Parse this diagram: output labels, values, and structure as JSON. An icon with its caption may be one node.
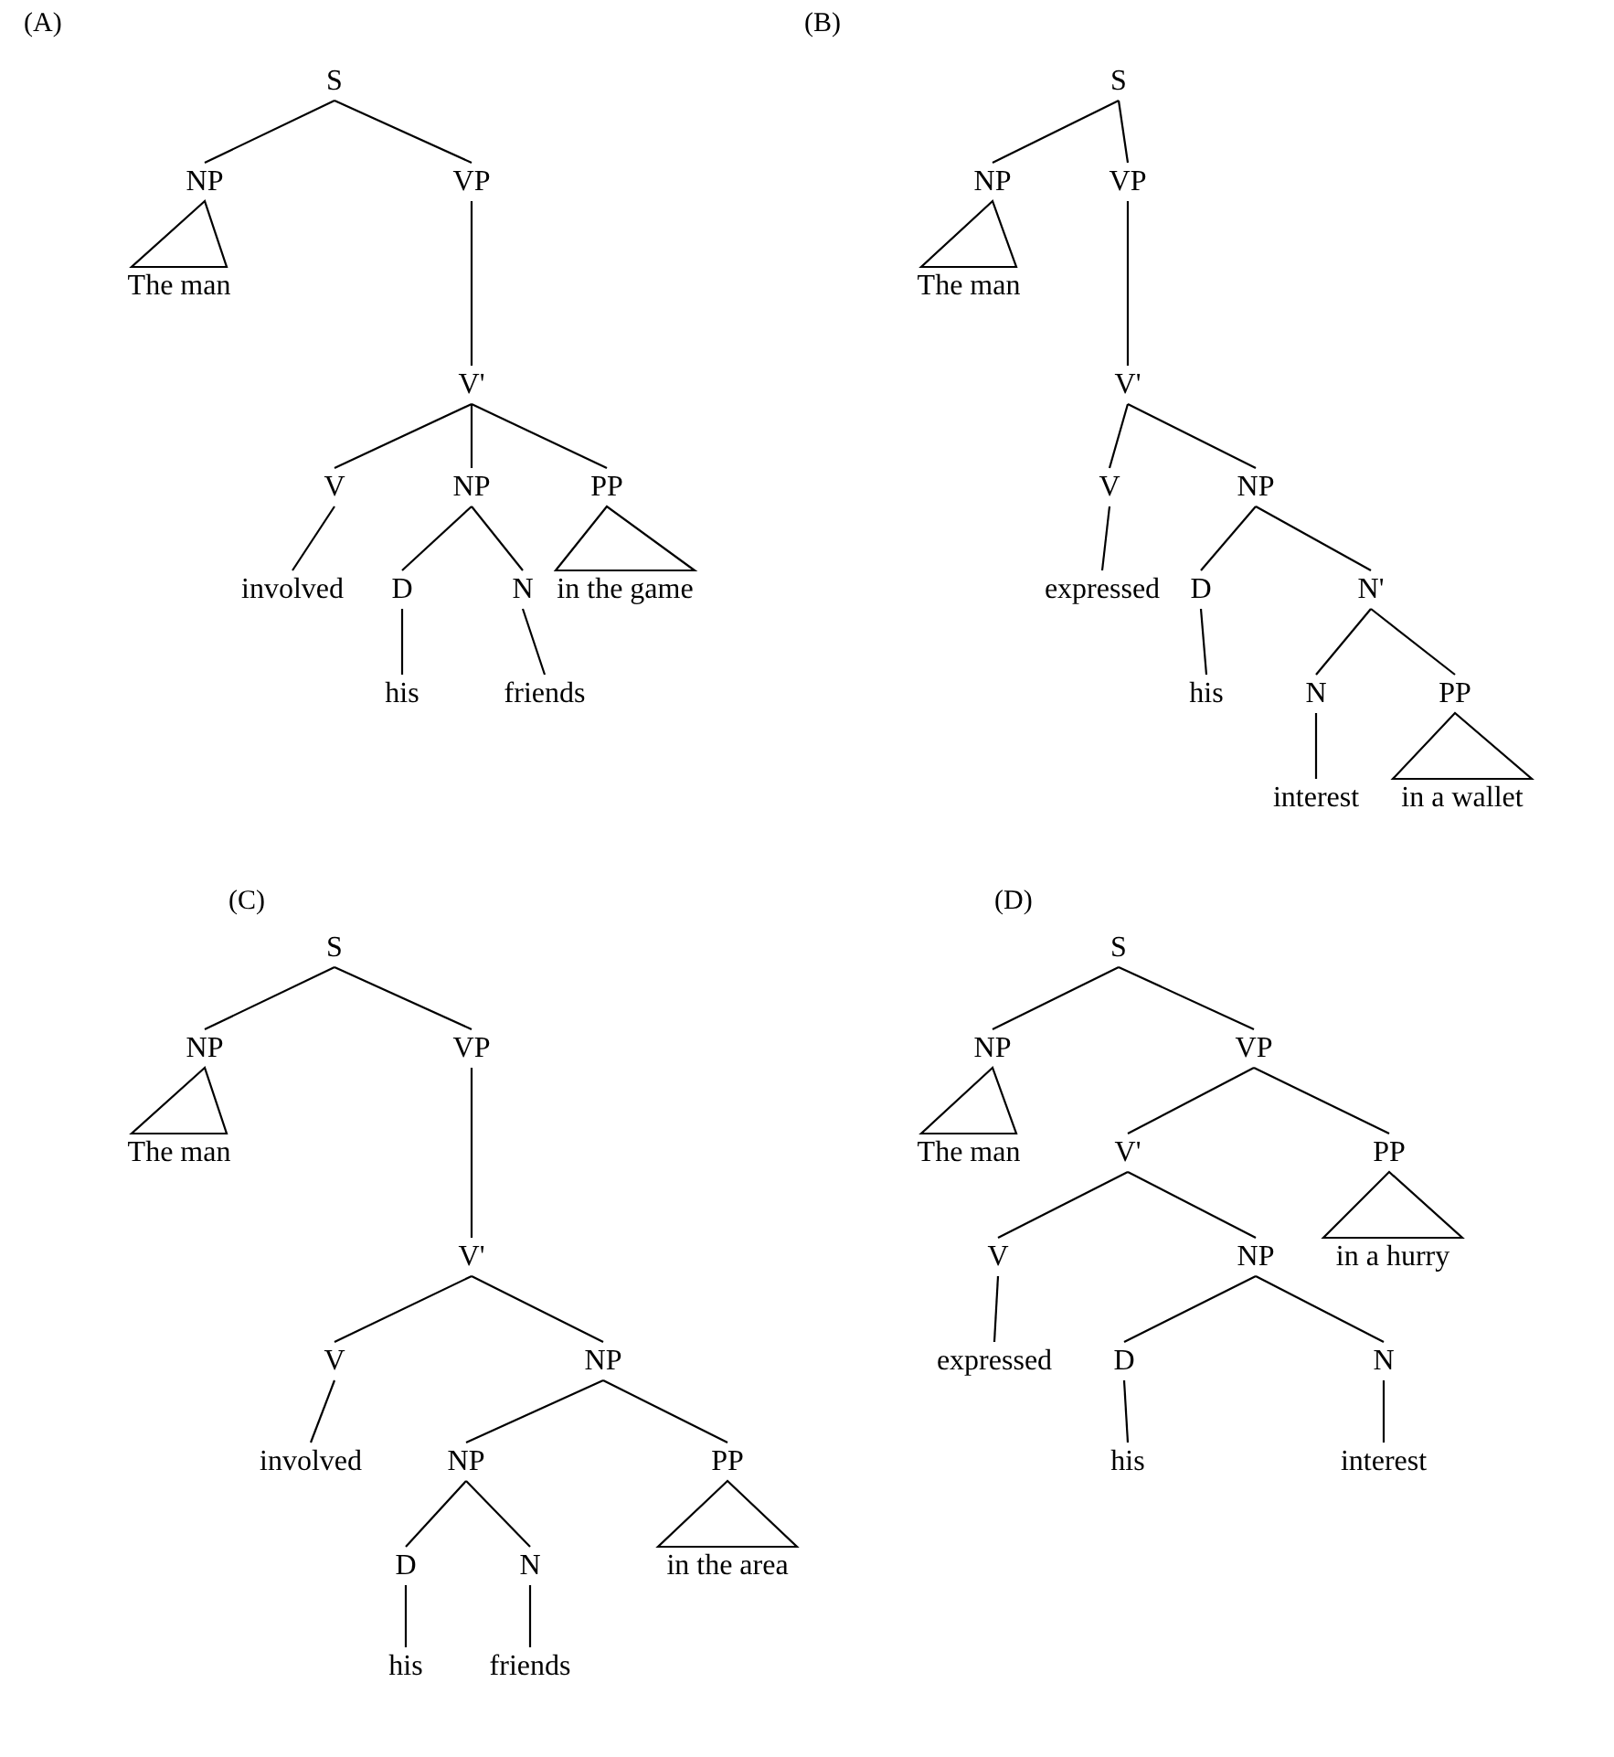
{
  "diagram": {
    "nodes": [
      {
        "text": [
          "S"
        ]
      },
      {
        "text": [
          "NP"
        ]
      },
      {
        "text": [
          "VP"
        ]
      },
      {
        "text": [
          "The man"
        ]
      },
      {
        "text": [
          "V'"
        ]
      },
      {
        "text": [
          "V"
        ]
      },
      {
        "text": [
          "NP"
        ]
      },
      {
        "text": [
          "PP"
        ]
      },
      {
        "text": [
          "involved"
        ]
      },
      {
        "text": [
          "D"
        ]
      },
      {
        "text": [
          "N"
        ]
      },
      {
        "text": [
          "in the game"
        ]
      },
      {
        "text": [
          "his"
        ]
      },
      {
        "text": [
          "friends"
        ]
      },
      {
        "text": [
          "S"
        ]
      },
      {
        "text": [
          "NP"
        ]
      },
      {
        "text": [
          "VP"
        ]
      },
      {
        "text": [
          "The man"
        ]
      },
      {
        "text": [
          "V'"
        ]
      },
      {
        "text": [
          "V"
        ]
      },
      {
        "text": [
          "NP"
        ]
      },
      {
        "text": [
          "expressed"
        ]
      },
      {
        "text": [
          "D"
        ]
      },
      {
        "text": [
          "N'"
        ]
      },
      {
        "text": [
          "his"
        ]
      },
      {
        "text": [
          "N"
        ]
      },
      {
        "text": [
          "PP"
        ]
      },
      {
        "text": [
          "interest"
        ]
      },
      {
        "text": [
          "in a wallet"
        ]
      },
      {
        "text": [
          "S"
        ]
      },
      {
        "text": [
          "NP"
        ]
      },
      {
        "text": [
          "VP"
        ]
      },
      {
        "text": [
          "The man"
        ]
      },
      {
        "text": [
          "V'"
        ]
      },
      {
        "text": [
          "V"
        ]
      },
      {
        "text": [
          "NP"
        ]
      },
      {
        "text": [
          "involved"
        ]
      },
      {
        "text": [
          "NP"
        ]
      },
      {
        "text": [
          "PP"
        ]
      },
      {
        "text": [
          "D"
        ]
      },
      {
        "text": [
          "N"
        ]
      },
      {
        "text": [
          "in the area"
        ]
      },
      {
        "text": [
          "his"
        ]
      },
      {
        "text": [
          "friends"
        ]
      },
      {
        "text": [
          "S"
        ]
      },
      {
        "text": [
          "NP"
        ]
      },
      {
        "text": [
          "VP"
        ]
      },
      {
        "text": [
          "The man"
        ]
      },
      {
        "text": [
          "V'"
        ]
      },
      {
        "text": [
          "PP"
        ]
      },
      {
        "text": [
          "in a hurry"
        ]
      },
      {
        "text": [
          "V"
        ]
      },
      {
        "text": [
          "NP"
        ]
      },
      {
        "text": [
          "expressed"
        ]
      },
      {
        "text": [
          "D"
        ]
      },
      {
        "text": [
          "N"
        ]
      },
      {
        "text": [
          "his"
        ]
      },
      {
        "text": [
          "interest"
        ]
      }
    ],
    "edges": [
      {
        "from": 0,
        "to": 1,
        "arrow": "none"
      },
      {
        "from": 0,
        "to": 2,
        "arrow": "none"
      },
      {
        "from": 1,
        "to": 3,
        "arrow": "none"
      },
      {
        "from": 2,
        "to": 4,
        "arrow": "none"
      },
      {
        "from": 4,
        "to": 5,
        "arrow": "none"
      },
      {
        "from": 4,
        "to": 6,
        "arrow": "none"
      },
      {
        "from": 4,
        "to": 7,
        "arrow": "none"
      },
      {
        "from": 5,
        "to": 8,
        "arrow": "none"
      },
      {
        "from": 6,
        "to": 9,
        "arrow": "none"
      },
      {
        "from": 6,
        "to": 10,
        "arrow": "none"
      },
      {
        "from": 7,
        "to": 11,
        "arrow": "none"
      },
      {
        "from": 9,
        "to": 12,
        "arrow": "none"
      },
      {
        "from": 10,
        "to": 13,
        "arrow": "none"
      },
      {
        "from": 14,
        "to": 15,
        "arrow": "none"
      },
      {
        "from": 14,
        "to": 16,
        "arrow": "none"
      },
      {
        "from": 15,
        "to": 17,
        "arrow": "none"
      },
      {
        "from": 16,
        "to": 18,
        "arrow": "none"
      },
      {
        "from": 18,
        "to": 19,
        "arrow": "none"
      },
      {
        "from": 18,
        "to": 20,
        "arrow": "none"
      },
      {
        "from": 19,
        "to": 21,
        "arrow": "none"
      },
      {
        "from": 20,
        "to": 22,
        "arrow": "none"
      },
      {
        "from": 20,
        "to": 23,
        "arrow": "none"
      },
      {
        "from": 22,
        "to": 24,
        "arrow": "none"
      },
      {
        "from": 23,
        "to": 25,
        "arrow": "none"
      },
      {
        "from": 23,
        "to": 26,
        "arrow": "none"
      },
      {
        "from": 25,
        "to": 27,
        "arrow": "none"
      },
      {
        "from": 26,
        "to": 28,
        "arrow": "none"
      },
      {
        "from": 29,
        "to": 30,
        "arrow": "none"
      },
      {
        "from": 29,
        "to": 31,
        "arrow": "none"
      },
      {
        "from": 30,
        "to": 32,
        "arrow": "none"
      },
      {
        "from": 31,
        "to": 33,
        "arrow": "none"
      },
      {
        "from": 33,
        "to": 34,
        "arrow": "none"
      },
      {
        "from": 33,
        "to": 35,
        "arrow": "none"
      },
      {
        "from": 34,
        "to": 36,
        "arrow": "none"
      },
      {
        "from": 35,
        "to": 37,
        "arrow": "none"
      },
      {
        "from": 35,
        "to": 38,
        "arrow": "none"
      },
      {
        "from": 37,
        "to": 39,
        "arrow": "none"
      },
      {
        "from": 37,
        "to": 40,
        "arrow": "none"
      },
      {
        "from": 38,
        "to": 41,
        "arrow": "none"
      },
      {
        "from": 39,
        "to": 42,
        "arrow": "none"
      },
      {
        "from": 40,
        "to": 43,
        "arrow": "none"
      },
      {
        "from": 44,
        "to": 45,
        "arrow": "none"
      },
      {
        "from": 44,
        "to": 46,
        "arrow": "none"
      },
      {
        "from": 45,
        "to": 47,
        "arrow": "none"
      },
      {
        "from": 46,
        "to": 48,
        "arrow": "none"
      },
      {
        "from": 46,
        "to": 49,
        "arrow": "none"
      },
      {
        "from": 49,
        "to": 50,
        "arrow": "none"
      },
      {
        "from": 48,
        "to": 51,
        "arrow": "none"
      },
      {
        "from": 48,
        "to": 52,
        "arrow": "none"
      },
      {
        "from": 51,
        "to": 53,
        "arrow": "none"
      },
      {
        "from": 52,
        "to": 54,
        "arrow": "none"
      },
      {
        "from": 52,
        "to": 55,
        "arrow": "none"
      },
      {
        "from": 54,
        "to": 56,
        "arrow": "none"
      },
      {
        "from": 55,
        "to": 57,
        "arrow": "none"
      }
    ],
    "labels": [
      "(A)",
      "(B)",
      "(C)",
      "(D)"
    ]
  }
}
